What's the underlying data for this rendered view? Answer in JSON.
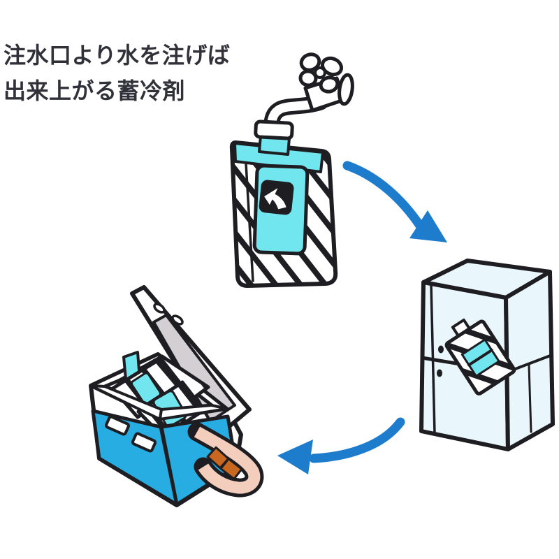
{
  "caption": {
    "line1": "注水口より水を注げば",
    "line2": "出来上がる蓄冷剤"
  },
  "colors": {
    "paper": "#ffffff",
    "ink": "#1d1d22",
    "text": "#31313a",
    "cyan": "#72e6ee",
    "pale-blue": "#e9f6fb",
    "cooler-blue": "#27ade2",
    "arrow-blue": "#1e7ccd",
    "lid-gray": "#d3cfd3",
    "strap-tan": "#f4cebc",
    "strap-orange": "#c8671f"
  },
  "icons": {
    "faucet-icon": "tap-with-flower-handle",
    "ice-pack-pouch-icon": "striped-pouch-with-cyan-label",
    "brand-arrow-icon": "white-arrow-in-black-rounded-square",
    "arrow-step-1-icon": "curved-arrow-down-right",
    "refrigerator-icon": "two-door-fridge-with-tilted-ice-pack",
    "arrow-step-2-icon": "curved-arrow-left",
    "cooler-box-icon": "open-cooler-with-ice-packs-and-strap"
  }
}
